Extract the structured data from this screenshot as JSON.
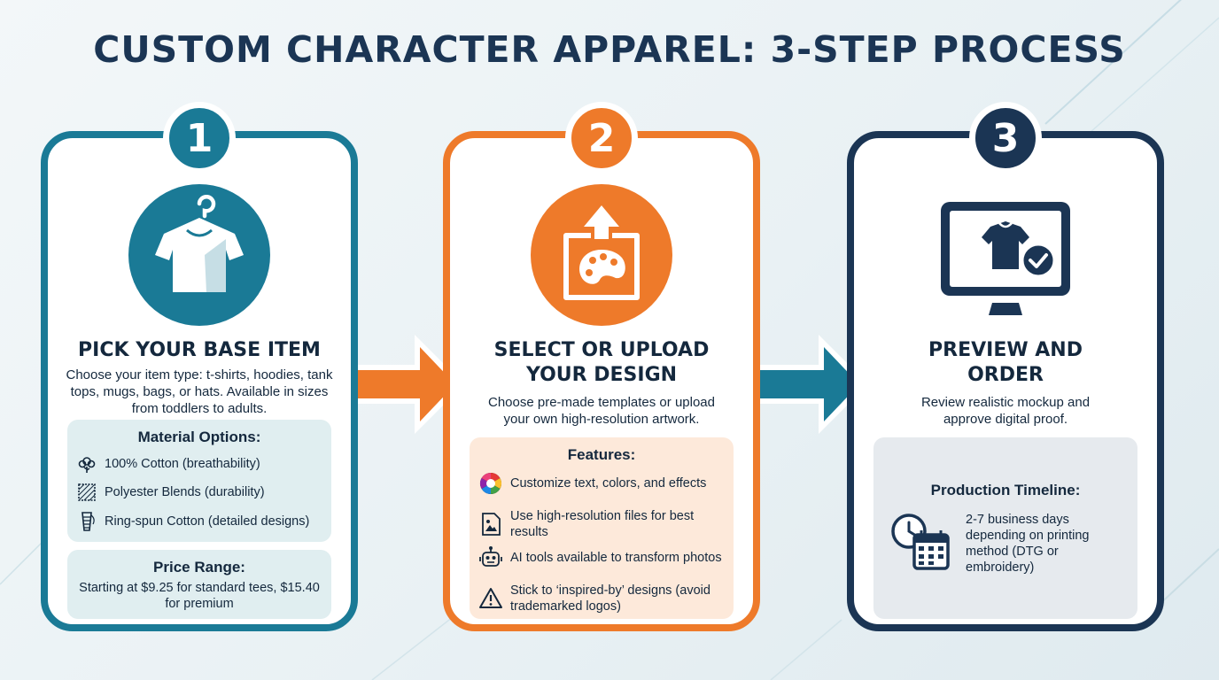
{
  "title": "CUSTOM CHARACTER APPAREL: 3-STEP PROCESS",
  "colors": {
    "teal": "#1a7a96",
    "orange": "#ee7a2a",
    "navy": "#1b3554"
  },
  "steps": [
    {
      "number": "1",
      "icon": "tshirt-hanger-icon",
      "title": "PICK YOUR BASE ITEM",
      "description": "Choose your item type: t-shirts, hoodies, tank tops, mugs, bags, or hats. Available in sizes from toddlers to adults.",
      "materials": {
        "heading": "Material Options:",
        "items": [
          {
            "icon": "cotton-icon",
            "text": "100% Cotton (breathability)"
          },
          {
            "icon": "fabric-icon",
            "text": "Polyester Blends (durability)"
          },
          {
            "icon": "spool-icon",
            "text": "Ring-spun Cotton (detailed designs)"
          }
        ]
      },
      "price": {
        "heading": "Price Range:",
        "text": "Starting at $9.25 for standard tees, $15.40 for premium"
      }
    },
    {
      "number": "2",
      "icon": "upload-palette-icon",
      "title": "SELECT OR UPLOAD YOUR DESIGN",
      "description": "Choose pre-made templates or upload your own high-resolution artwork.",
      "features": {
        "heading": "Features:",
        "items": [
          {
            "icon": "color-wheel-icon",
            "text": "Customize text, colors, and effects"
          },
          {
            "icon": "image-file-icon",
            "text": "Use high-resolution files for best results"
          },
          {
            "icon": "robot-icon",
            "text": "AI tools available to transform photos"
          },
          {
            "icon": "warning-icon",
            "text": "Stick to ‘inspired-by’ designs (avoid trademarked logos)"
          }
        ]
      }
    },
    {
      "number": "3",
      "icon": "monitor-shirt-check-icon",
      "title": "PREVIEW AND ORDER",
      "description": "Review realistic mockup and approve digital proof.",
      "timeline": {
        "heading": "Production Timeline:",
        "icon": "clock-calendar-icon",
        "text": "2-7 business days depending on printing method (DTG or embroidery)"
      }
    }
  ]
}
